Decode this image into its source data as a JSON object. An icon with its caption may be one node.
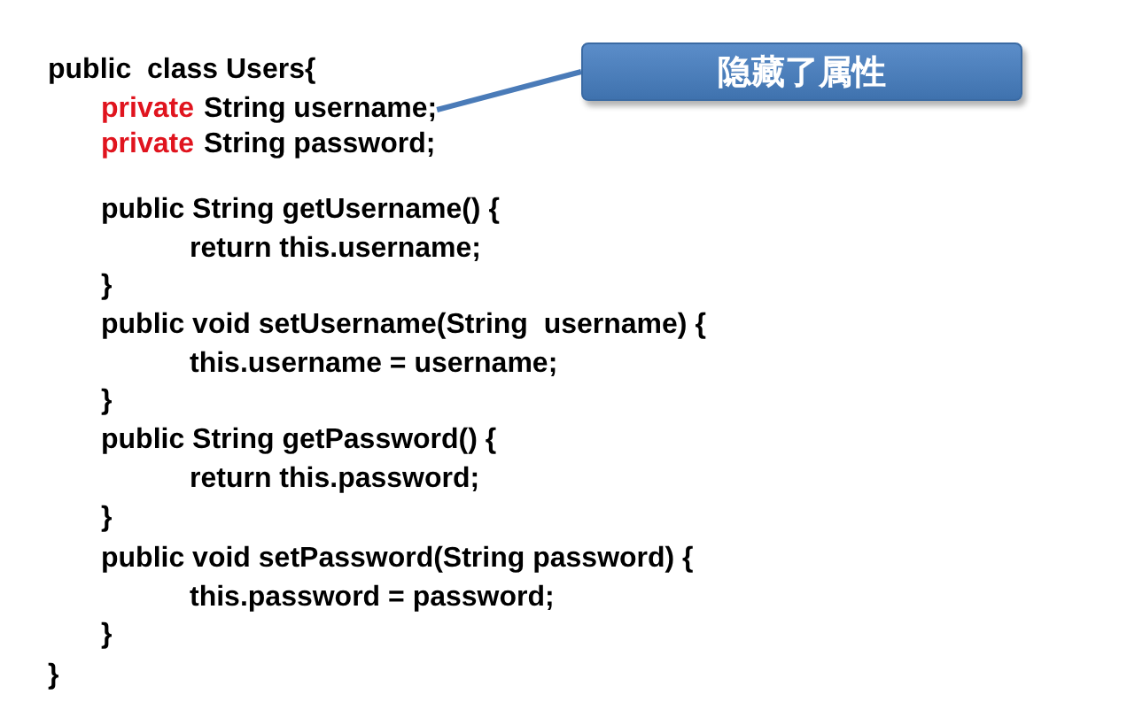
{
  "diagram": {
    "nodes": [
      {
        "text": [
          "隐藏了属性"
        ]
      },
      {
        "text": [
          "String username;"
        ]
      }
    ],
    "edges": [
      {
        "from": 0,
        "to": 1,
        "arrow": "none"
      }
    ],
    "labels": [
      "public  class Users{",
      "private",
      "private",
      "String password;",
      "public String getUsername() {",
      "return this.username;",
      "}",
      "public void setUsername(String  username) {",
      "this.username = username;",
      "}",
      "public String getPassword() {",
      "return this.password;",
      "}",
      "public void setPassword(String password) {",
      "this.password = password;",
      "}",
      "}"
    ]
  }
}
